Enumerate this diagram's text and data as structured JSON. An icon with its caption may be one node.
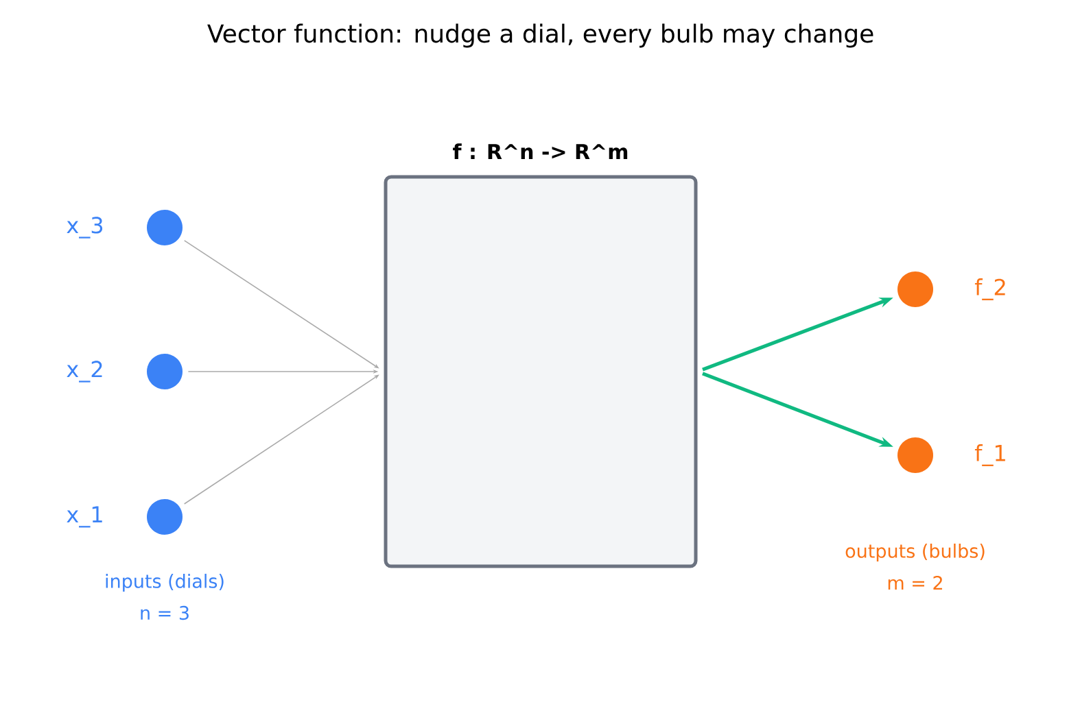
{
  "diagram": {
    "title": "Vector function: nudge a dial, every bulb may change",
    "nodes": [
      {
        "text": [],
        "shape": "circle",
        "beside": [
          "x_3"
        ]
      },
      {
        "text": [],
        "shape": "circle",
        "beside": [
          "x_2"
        ]
      },
      {
        "text": [],
        "shape": "circle",
        "beside": [
          "x_1"
        ]
      },
      {
        "text": [
          "f : R^n  ->  R^m"
        ]
      },
      {
        "text": [],
        "shape": "circle",
        "beside": [
          "f_2"
        ]
      },
      {
        "text": [],
        "shape": "circle",
        "beside": [
          "f_1"
        ]
      }
    ],
    "edges": [
      {
        "from": 0,
        "to": 3,
        "arrow": "to"
      },
      {
        "from": 1,
        "to": 3,
        "arrow": "to"
      },
      {
        "from": 2,
        "to": 3,
        "arrow": "to"
      },
      {
        "from": 3,
        "to": 4,
        "arrow": "to",
        "style": "thick",
        "color": "#10b981"
      },
      {
        "from": 3,
        "to": 5,
        "arrow": "to",
        "style": "thick",
        "color": "#10b981"
      }
    ],
    "labels": [
      "inputs (dials)",
      "n = 3",
      "outputs (bulbs)",
      "m = 2"
    ]
  }
}
